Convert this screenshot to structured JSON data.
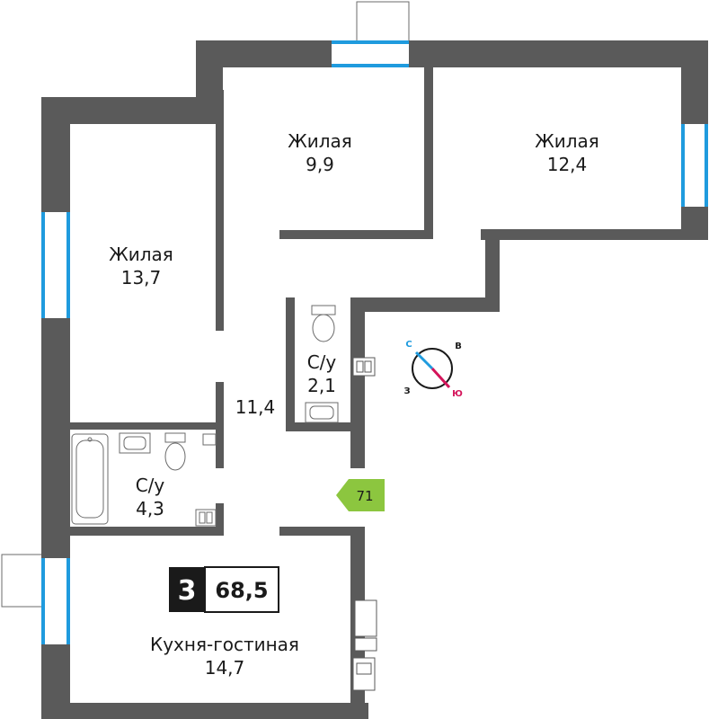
{
  "rooms": [
    {
      "id": "bedroom-small",
      "label": "Жилая",
      "area": "9,9"
    },
    {
      "id": "bedroom-large",
      "label": "Жилая",
      "area": "12,4"
    },
    {
      "id": "bedroom-left",
      "label": "Жилая",
      "area": "13,7"
    },
    {
      "id": "bathroom-center",
      "label": "С/у",
      "area": "2,1"
    },
    {
      "id": "hallway",
      "label": "",
      "area": "11,4"
    },
    {
      "id": "bathroom-left",
      "label": "С/у",
      "area": "4,3"
    },
    {
      "id": "kitchen-living",
      "label": "Кухня-гостиная",
      "area": "14,7"
    }
  ],
  "badge": {
    "rooms_count": "3",
    "total_area": "68,5"
  },
  "marker": {
    "number": "71"
  },
  "compass": {
    "n": "С",
    "s": "Ю",
    "e": "В",
    "w": "З"
  },
  "colors": {
    "wall": "#5a5a5a",
    "window": "#1f9bde",
    "marker": "#8cc63f",
    "compass_north": "#1f9bde",
    "compass_south": "#d4145a",
    "badge_dark": "#1a1a1a"
  }
}
